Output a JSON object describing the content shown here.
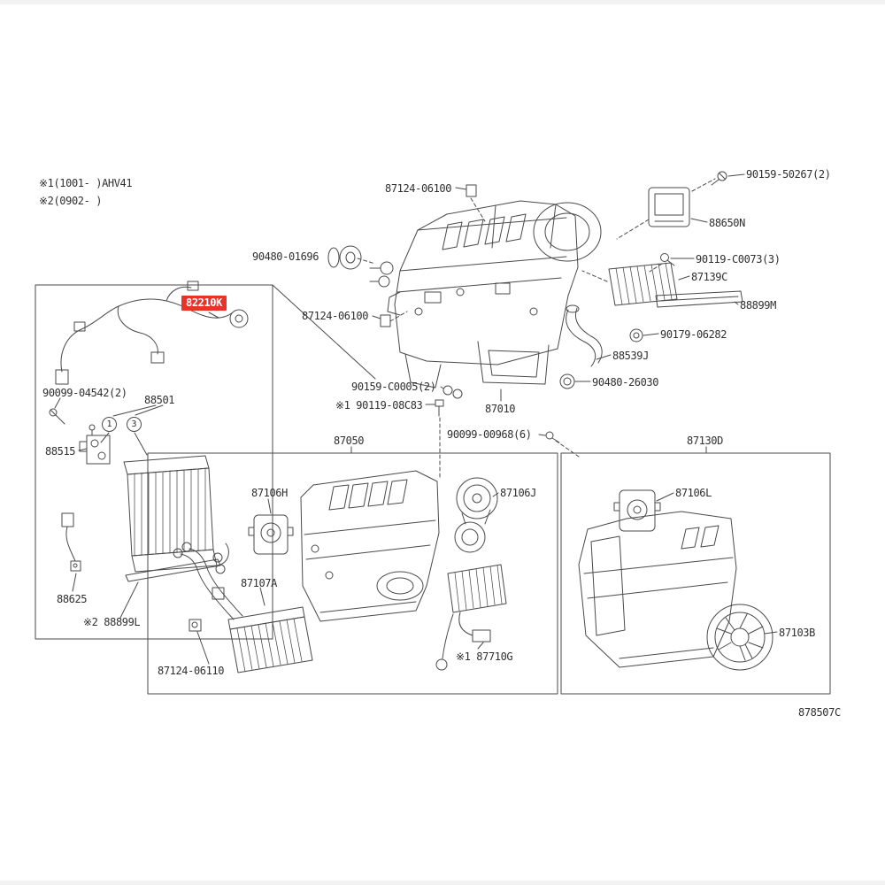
{
  "colors": {
    "line": "#4a4a4a",
    "label_text": "#2f2f2f",
    "highlight_bg": "#e8332a",
    "highlight_text": "#ffffff",
    "background": "#ffffff"
  },
  "notes": {
    "note1": "※1(1001-    )AHV41",
    "note2": "※2(0902-    )"
  },
  "footer": {
    "drawing_code": "878507C"
  },
  "callouts": [
    {
      "num": "1"
    },
    {
      "num": "3"
    }
  ],
  "labels": [
    {
      "id": "87124-06100-top",
      "text": "87124-06100"
    },
    {
      "id": "90159-50267",
      "text": "90159-50267(2)"
    },
    {
      "id": "88650N",
      "text": "88650N"
    },
    {
      "id": "90480-01696",
      "text": "90480-01696"
    },
    {
      "id": "90119-C0073",
      "text": "90119-C0073(3)"
    },
    {
      "id": "87139C",
      "text": "87139C"
    },
    {
      "id": "88899M",
      "text": "88899M"
    },
    {
      "id": "87124-06100-mid",
      "text": "87124-06100"
    },
    {
      "id": "90179-06282",
      "text": "90179-06282"
    },
    {
      "id": "88539J",
      "text": "88539J"
    },
    {
      "id": "90480-26030",
      "text": "90480-26030"
    },
    {
      "id": "82210K",
      "text": "82210K",
      "highlighted": true
    },
    {
      "id": "90159-C0005",
      "text": "90159-C0005(2)"
    },
    {
      "id": "90119-08C83",
      "text": "※1 90119-08C83"
    },
    {
      "id": "87010",
      "text": "87010"
    },
    {
      "id": "90099-00968",
      "text": "90099-00968(6)"
    },
    {
      "id": "87050",
      "text": "87050"
    },
    {
      "id": "87130D",
      "text": "87130D"
    },
    {
      "id": "90099-04542",
      "text": "90099-04542(2)"
    },
    {
      "id": "88501",
      "text": "88501"
    },
    {
      "id": "88515",
      "text": "88515"
    },
    {
      "id": "87106H",
      "text": "87106H"
    },
    {
      "id": "87106J",
      "text": "87106J"
    },
    {
      "id": "87106L",
      "text": "87106L"
    },
    {
      "id": "87107A",
      "text": "87107A"
    },
    {
      "id": "88625",
      "text": "88625"
    },
    {
      "id": "88899L",
      "text": "※2 88899L"
    },
    {
      "id": "87124-06110",
      "text": "87124-06110"
    },
    {
      "id": "87710G",
      "text": "※1 87710G"
    },
    {
      "id": "87103B",
      "text": "87103B"
    }
  ]
}
